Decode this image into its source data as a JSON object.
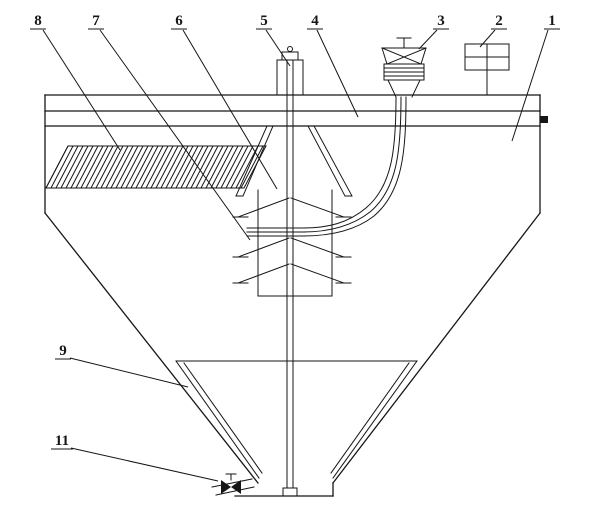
{
  "diagram": {
    "colors": {
      "line": "#161616",
      "background": "#ffffff"
    },
    "callouts": [
      {
        "label": "1"
      },
      {
        "label": "2"
      },
      {
        "label": "3"
      },
      {
        "label": "4"
      },
      {
        "label": "5"
      },
      {
        "label": "6"
      },
      {
        "label": "7"
      },
      {
        "label": "8"
      },
      {
        "label": "9"
      },
      {
        "label": "11"
      }
    ]
  }
}
